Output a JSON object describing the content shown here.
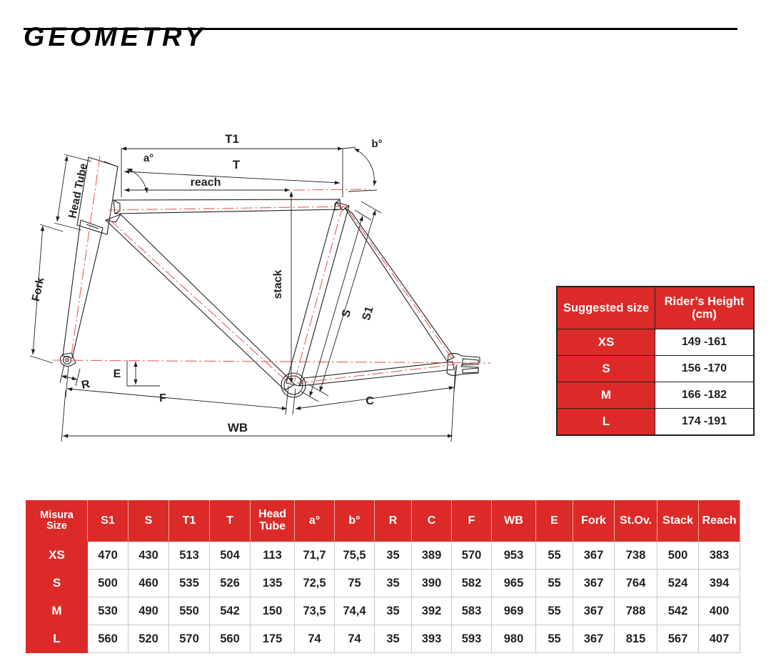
{
  "header": {
    "title": "GEOMETRY"
  },
  "diagram": {
    "labels": {
      "t1": "T1",
      "t": "T",
      "reach": "reach",
      "a_angle": "a°",
      "b_angle": "b°",
      "head_tube": "Head Tube",
      "fork": "Fork",
      "stack": "stack",
      "s": "S",
      "s1": "S1",
      "r": "R",
      "e": "E",
      "f": "F",
      "c": "C",
      "wb": "WB"
    },
    "colors": {
      "outline": "#231f20",
      "centerline": "#e8605c"
    }
  },
  "rider_table": {
    "headers": {
      "size": "Suggested size",
      "height": "Rider’s Height (cm)"
    },
    "rows": [
      {
        "size": "XS",
        "height": "149 -161"
      },
      {
        "size": "S",
        "height": "156 -170"
      },
      {
        "size": "M",
        "height": "166 -182"
      },
      {
        "size": "L",
        "height": "174 -191"
      }
    ]
  },
  "geometry_table": {
    "headers": [
      "Misura Size",
      "S1",
      "S",
      "T1",
      "T",
      "Head Tube",
      "a°",
      "b°",
      "R",
      "C",
      "F",
      "WB",
      "E",
      "Fork",
      "St.Ov.",
      "Stack",
      "Reach"
    ],
    "rows": [
      {
        "size": "XS",
        "values": [
          "470",
          "430",
          "513",
          "504",
          "113",
          "71,7",
          "75,5",
          "35",
          "389",
          "570",
          "953",
          "55",
          "367",
          "738",
          "500",
          "383"
        ]
      },
      {
        "size": "S",
        "values": [
          "500",
          "460",
          "535",
          "526",
          "135",
          "72,5",
          "75",
          "35",
          "390",
          "582",
          "965",
          "55",
          "367",
          "764",
          "524",
          "394"
        ]
      },
      {
        "size": "M",
        "values": [
          "530",
          "490",
          "550",
          "542",
          "150",
          "73,5",
          "74,4",
          "35",
          "392",
          "583",
          "969",
          "55",
          "367",
          "788",
          "542",
          "400"
        ]
      },
      {
        "size": "L",
        "values": [
          "560",
          "520",
          "570",
          "560",
          "175",
          "74",
          "74",
          "35",
          "393",
          "593",
          "980",
          "55",
          "367",
          "815",
          "567",
          "407"
        ]
      }
    ]
  },
  "colors": {
    "brand_red": "#dc2a28",
    "ink": "#231f20",
    "centerline_red": "#e8605c"
  }
}
